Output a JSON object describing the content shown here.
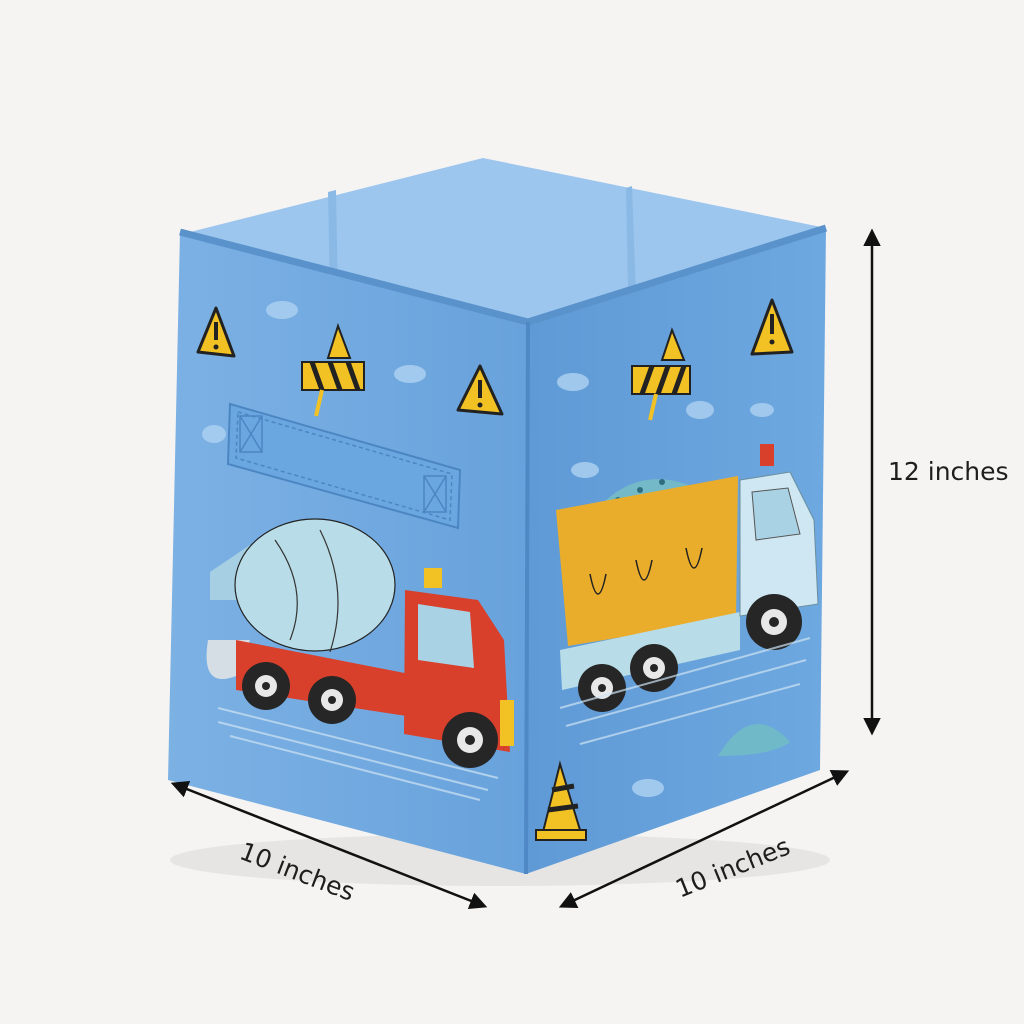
{
  "product": {
    "colors": {
      "fabric_light": "#7fb3e3",
      "fabric_mid": "#6aa5de",
      "fabric_dark": "#5b97d2",
      "interior": "#9cc6ee",
      "background": "#f6f4f3",
      "truck_red": "#d8402c",
      "dump_yellow": "#e9ad2b",
      "mixer_drum": "#b9dde8",
      "tire": "#262626",
      "warning_yellow": "#f2c224"
    }
  },
  "dimensions": {
    "height_label": "12 inches",
    "depth_label": "10 inches",
    "width_label": "10 inches"
  }
}
